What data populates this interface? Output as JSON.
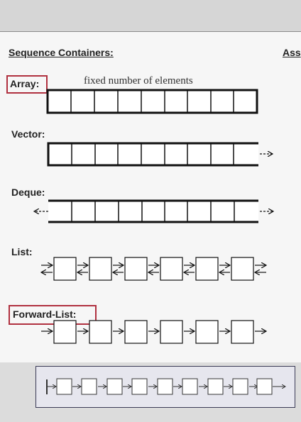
{
  "slide": {
    "title": "Sequence Containers:",
    "right_title": "Ass",
    "annotation": "fixed number of elements",
    "containers": [
      {
        "label": "Array:",
        "highlighted": true
      },
      {
        "label": "Vector:",
        "highlighted": false
      },
      {
        "label": "Deque:",
        "highlighted": false
      },
      {
        "label": "List:",
        "highlighted": false
      },
      {
        "label": "Forward-List:",
        "highlighted": true
      }
    ]
  },
  "colors": {
    "highlight": "#b0303f",
    "slide_bg": "#f6f6f6",
    "ink": "#111111"
  }
}
